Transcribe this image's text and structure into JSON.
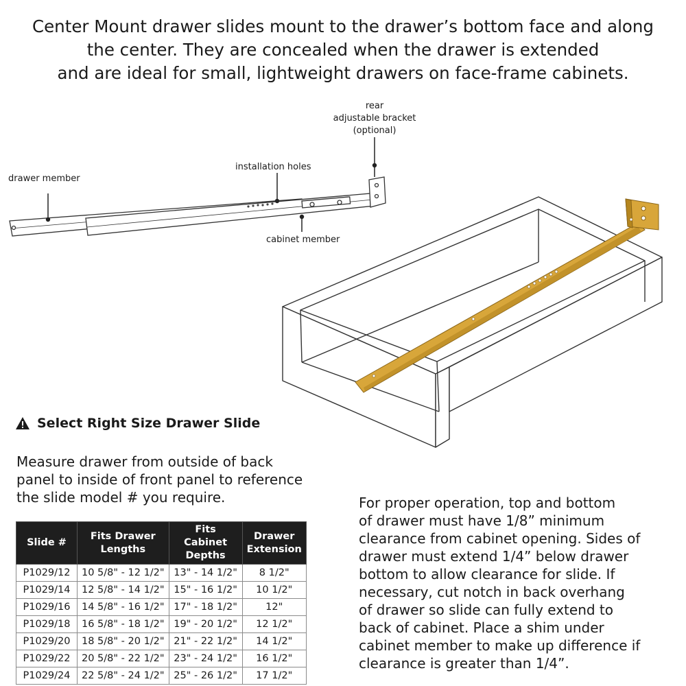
{
  "headline": [
    "Center Mount drawer slides mount to the drawer’s bottom face and along",
    "the center. They are concealed when the drawer is extended",
    "and are ideal for small, lightweight drawers on face-frame cabinets."
  ],
  "callouts": {
    "rear_bracket": [
      "rear",
      "adjustable bracket",
      "(optional)"
    ],
    "installation_holes": "installation holes",
    "drawer_member": "drawer member",
    "cabinet_member": "cabinet member"
  },
  "colors": {
    "slide_gold": "#d8a63a",
    "slide_gold_dark": "#a57a1f",
    "table_header": "#1e1e1e"
  },
  "warning": {
    "icon": "warning-triangle-icon",
    "title": "Select Right Size Drawer Slide"
  },
  "measure_text": [
    "Measure drawer from outside of back",
    "panel to inside of front panel to reference",
    "the slide model # you require."
  ],
  "table": {
    "headers": [
      "Slide #",
      "Fits Drawer Lengths",
      "Fits Cabinet Depths",
      "Drawer Extension"
    ],
    "header_lines": [
      [
        "Slide #"
      ],
      [
        "Fits Drawer",
        "Lengths"
      ],
      [
        "Fits Cabinet",
        "Depths"
      ],
      [
        "Drawer",
        "Extension"
      ]
    ],
    "rows": [
      [
        "P1029/12",
        "10 5/8\" - 12 1/2\"",
        "13\" - 14 1/2\"",
        "8 1/2\""
      ],
      [
        "P1029/14",
        "12 5/8\" - 14 1/2\"",
        "15\" - 16 1/2\"",
        "10 1/2\""
      ],
      [
        "P1029/16",
        "14 5/8\" - 16 1/2\"",
        "17\" - 18 1/2\"",
        "12\""
      ],
      [
        "P1029/18",
        "16 5/8\" - 18 1/2\"",
        "19\" - 20 1/2\"",
        "12 1/2\""
      ],
      [
        "P1029/20",
        "18 5/8\" - 20 1/2\"",
        "21\" - 22 1/2\"",
        "14 1/2\""
      ],
      [
        "P1029/22",
        "20 5/8\" - 22 1/2\"",
        "23\" - 24 1/2\"",
        "16 1/2\""
      ],
      [
        "P1029/24",
        "22 5/8\" - 24 1/2\"",
        "25\" - 26 1/2\"",
        "17 1/2\""
      ]
    ]
  },
  "clearance_text": [
    "For proper operation, top and bottom",
    "of drawer must have 1/8” minimum",
    "clearance from cabinet opening. Sides of",
    "drawer must extend 1/4” below drawer",
    "bottom to allow clearance for slide. If",
    "necessary, cut notch in back overhang",
    "of drawer so slide can fully extend to",
    "back of cabinet. Place a shim under",
    "cabinet member to make up difference if",
    "clearance is greater than 1/4”."
  ]
}
